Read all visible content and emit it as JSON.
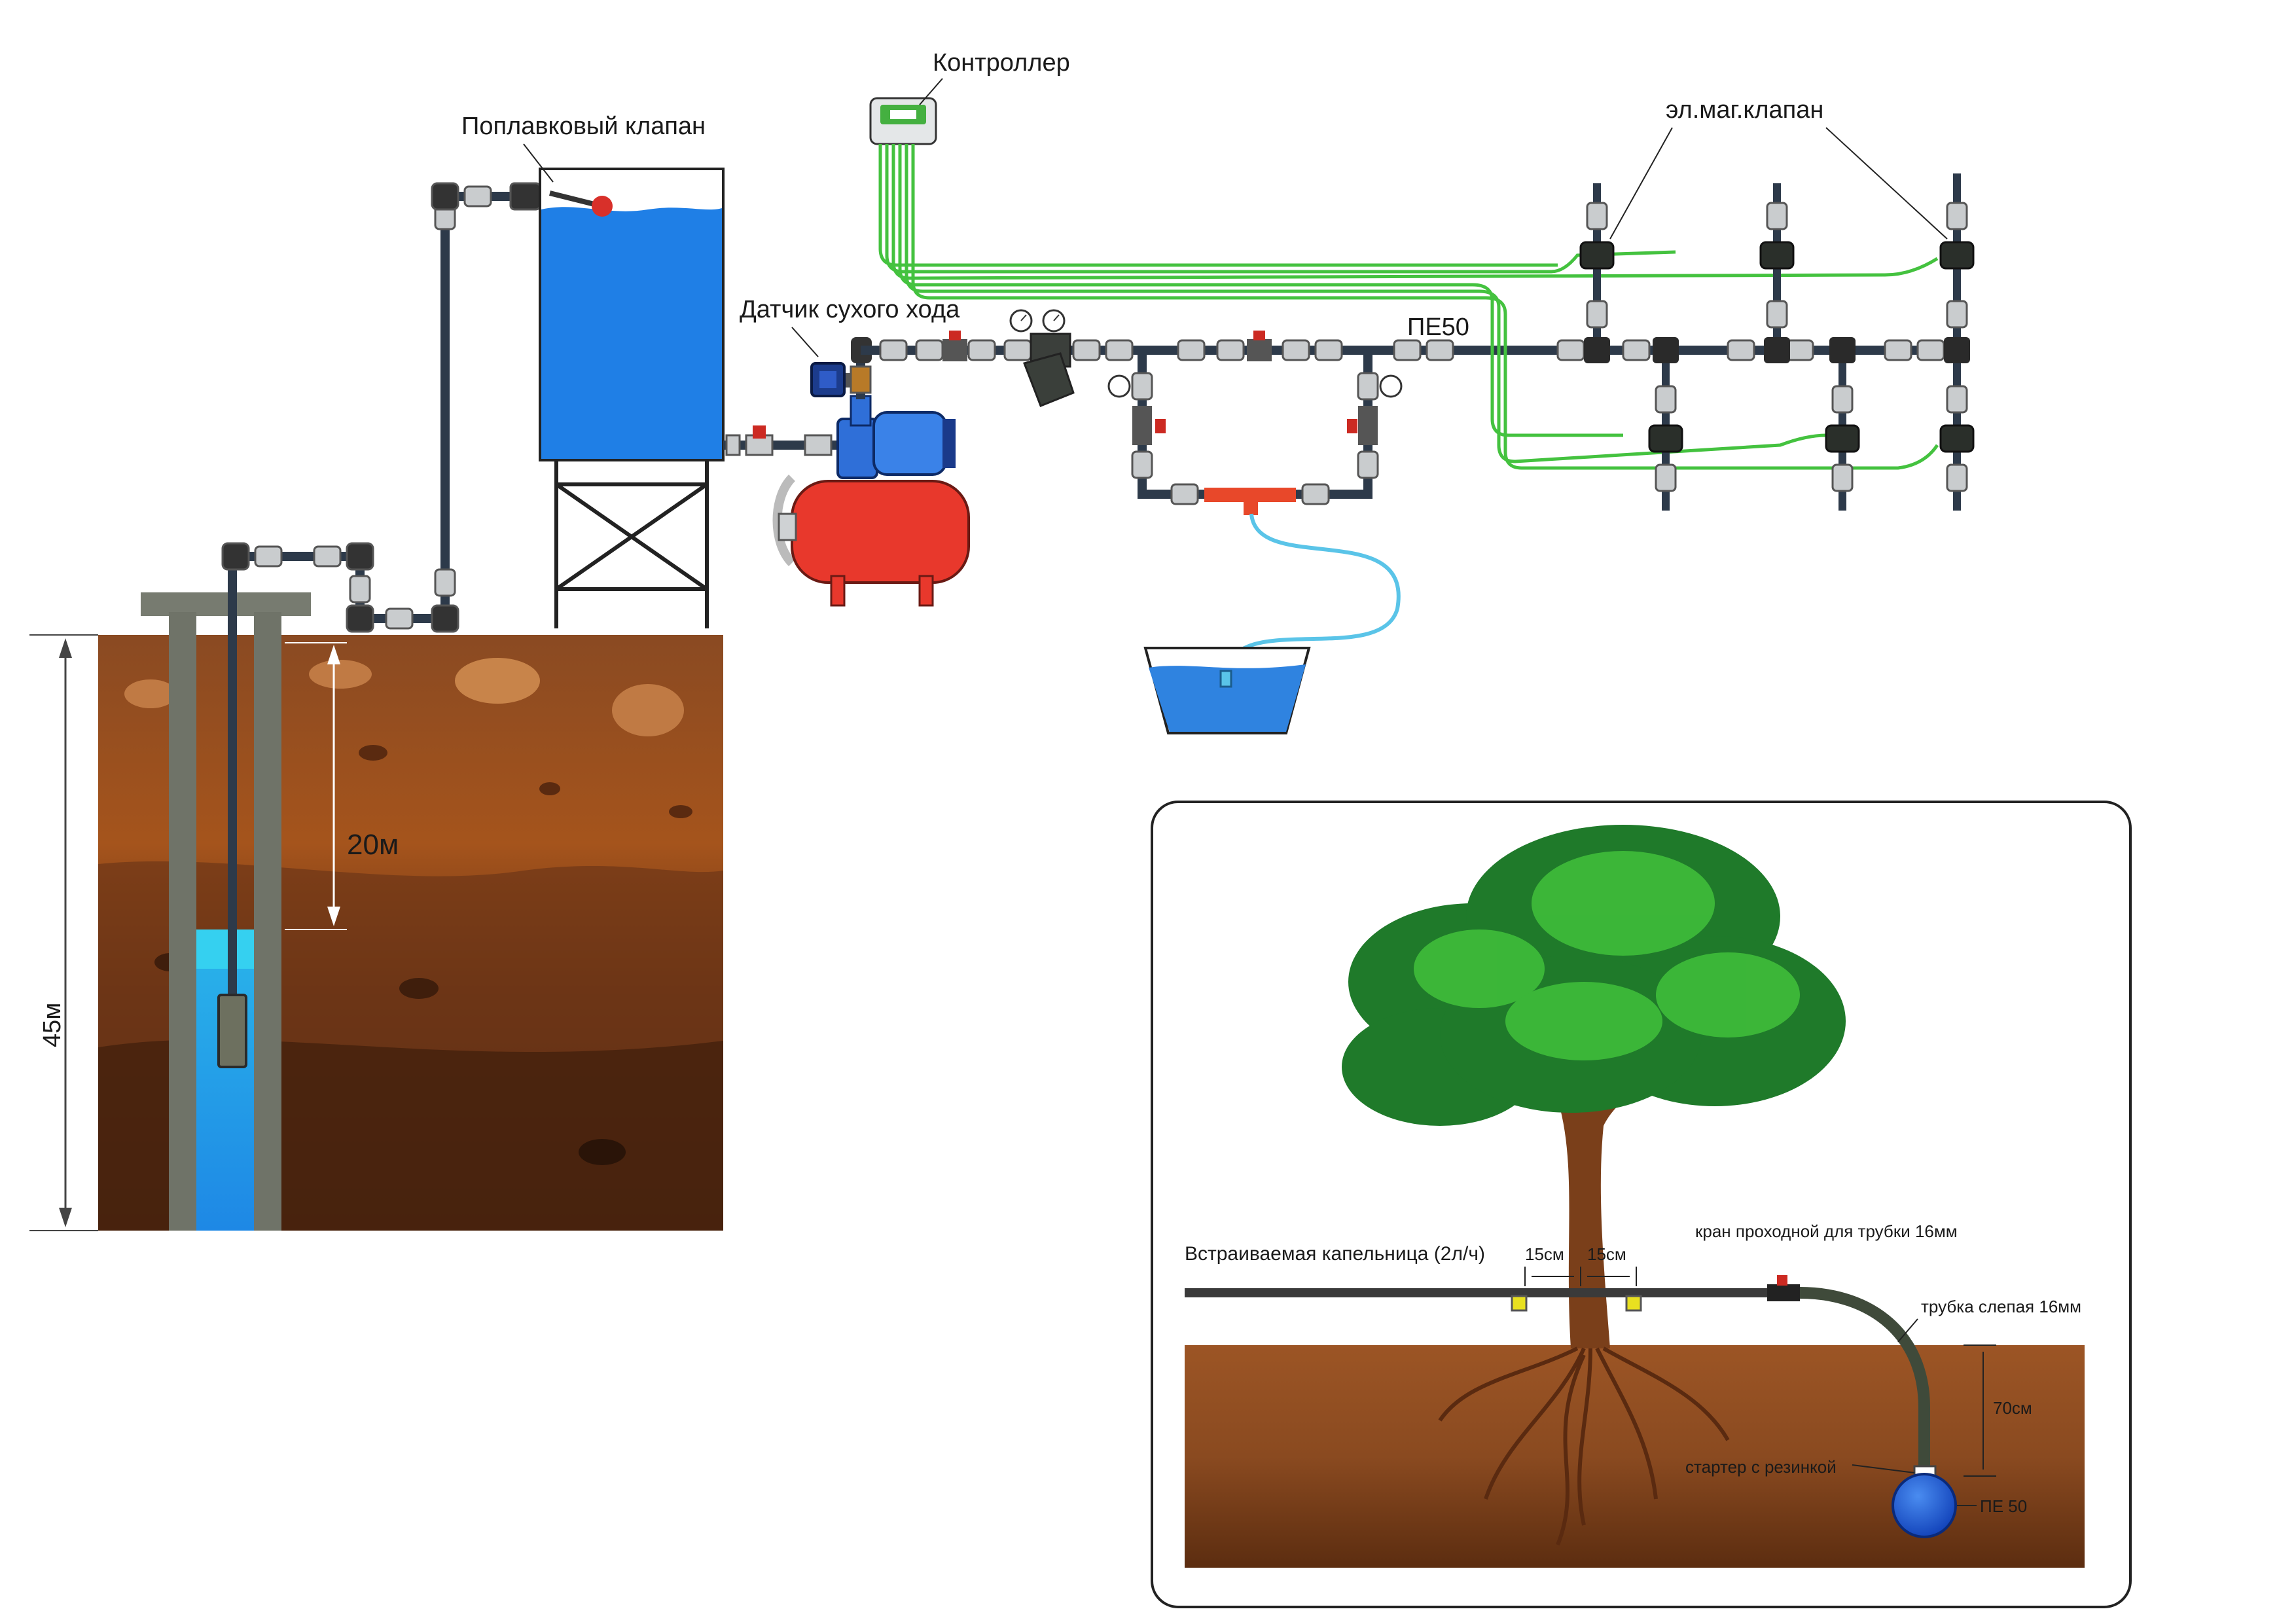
{
  "labels": {
    "float_valve": "Поплавковый клапан",
    "controller": "Контроллер",
    "solenoid_valve": "эл.маг.клапан",
    "dry_run_sensor": "Датчик сухого хода",
    "main_pipe": "ПЕ50",
    "depth_total": "45м",
    "depth_water": "20м"
  },
  "inset": {
    "dripper": "Встраиваемая капельница (2л/ч)",
    "spacing_left": "15см",
    "spacing_right": "15см",
    "tap": "кран проходной для трубки 16мм",
    "blind_pipe": "трубка слепая 16мм",
    "depth": "70см",
    "starter": "стартер с резинкой",
    "pipe": "ПЕ 50"
  },
  "colors": {
    "water": "#2f83e0",
    "tank_tank_blue": "#1f7fe6",
    "pump_red": "#e8382c",
    "wire_green": "#44c23f",
    "soil": "#8a4a20",
    "pipe_dark": "#3a3a3a",
    "fitting": "#c9ccce"
  }
}
